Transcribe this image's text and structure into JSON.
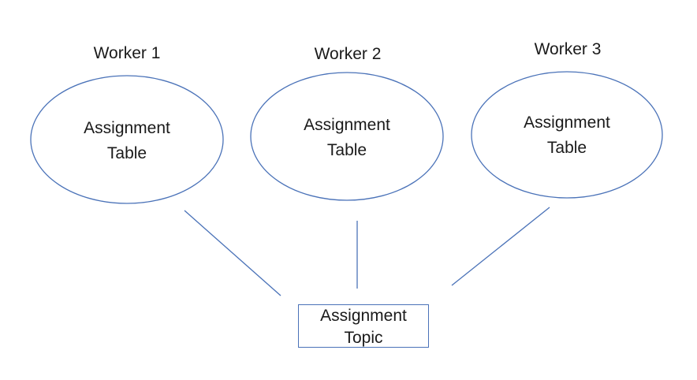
{
  "workers": [
    {
      "label": "Worker 1",
      "node_line1": "Assignment",
      "node_line2": "Table"
    },
    {
      "label": "Worker 2",
      "node_line1": "Assignment",
      "node_line2": "Table"
    },
    {
      "label": "Worker 3",
      "node_line1": "Assignment",
      "node_line2": "Table"
    }
  ],
  "topic": {
    "line1": "Assignment",
    "line2": "Topic"
  },
  "colors": {
    "stroke": "#4a72b8",
    "text": "#1a1a1a",
    "background": "#ffffff"
  }
}
